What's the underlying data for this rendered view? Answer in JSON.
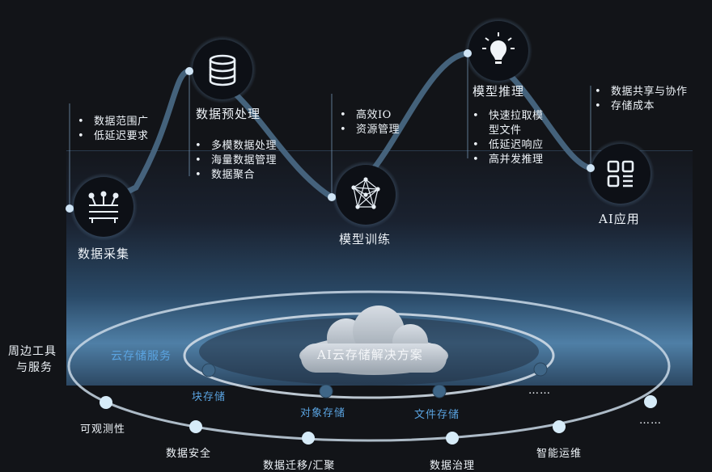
{
  "stages": [
    {
      "label": "数据采集",
      "icon": "data-collection-icon",
      "bullets": [
        [
          "数据范围广"
        ],
        [
          "低延迟要求"
        ]
      ]
    },
    {
      "label": "数据预处理",
      "icon": "database-icon",
      "bullets": [
        [
          "多模数据处理"
        ],
        [
          "海量数据管理"
        ],
        [
          "数据聚合"
        ]
      ]
    },
    {
      "label": "模型训练",
      "icon": "neural-network-icon",
      "bullets": [
        [
          "高效IO"
        ],
        [
          "资源管理"
        ]
      ]
    },
    {
      "label": "模型推理",
      "icon": "lightbulb-icon",
      "bullets": [
        [
          "快速拉取模",
          "型文件"
        ],
        [
          "低延迟响应"
        ],
        [
          "高并发推理"
        ]
      ]
    },
    {
      "label": "AI应用",
      "icon": "app-grid-icon",
      "bullets": [
        [
          "数据共享与协作"
        ],
        [
          "存储成本"
        ]
      ]
    }
  ],
  "cloud": {
    "label": "AI云存储解决方案"
  },
  "inner_ring": {
    "title": "云存储服务",
    "items": [
      "块存储",
      "对象存储",
      "文件存储",
      "……"
    ]
  },
  "outer_ring": {
    "title_line1": "周边工具",
    "title_line2": "与服务",
    "items": [
      "可观测性",
      "数据安全",
      "数据迁移/汇聚",
      "数据治理",
      "智能运维",
      "……"
    ]
  },
  "colors": {
    "background": "#121418",
    "curve": "#4a6a86",
    "node_fill": "#0d1016",
    "ring_stroke": "#c9d8e6",
    "accent_blue": "#5aa3e0",
    "dot": "#cfe4f5"
  }
}
